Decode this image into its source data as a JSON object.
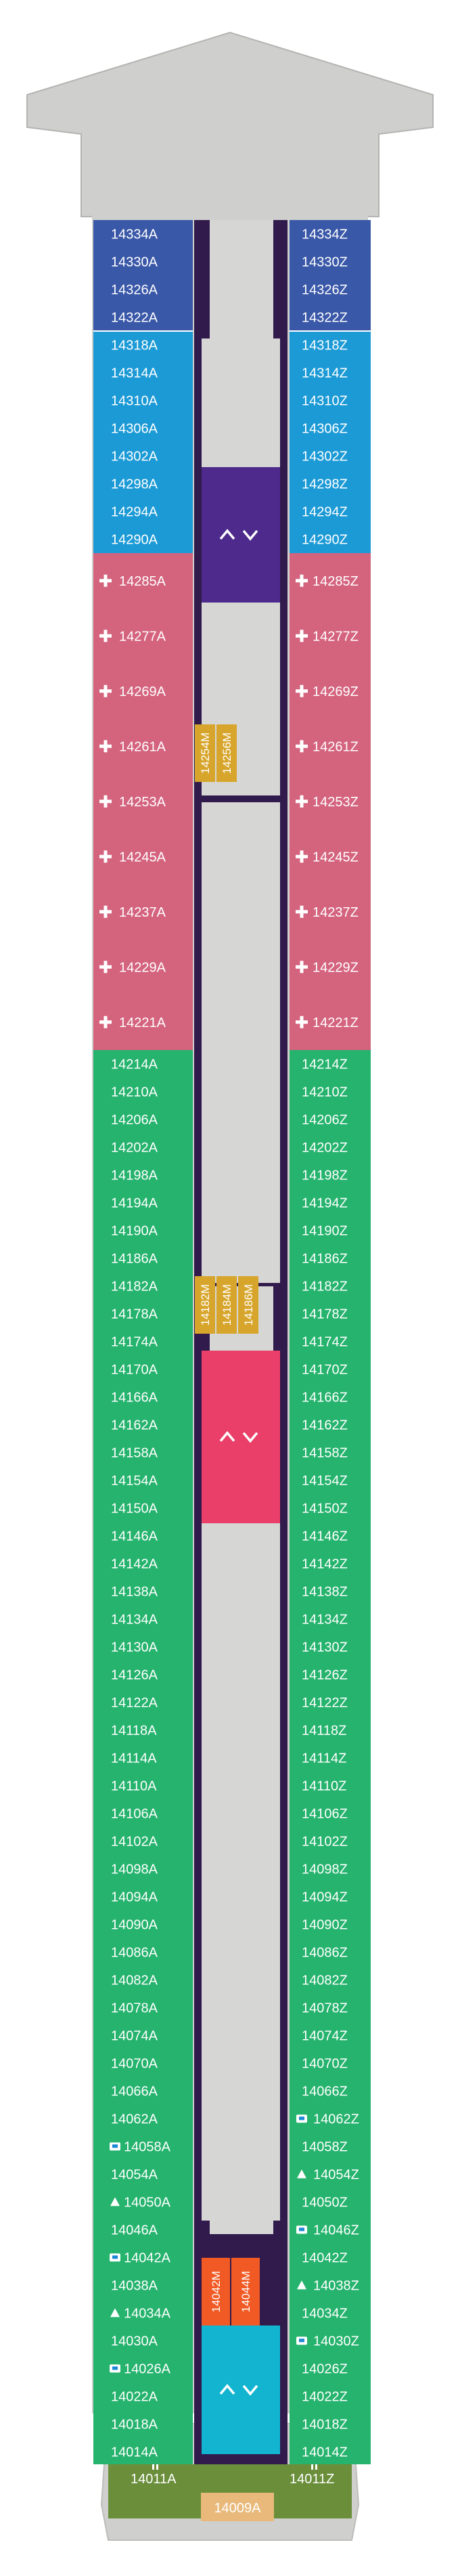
{
  "colors": {
    "navy": "#3a58a8",
    "blue": "#1c9ad6",
    "pink": "#d4637e",
    "green": "#25b36d",
    "blue_lower": "#1a88d4",
    "olive": "#6a8e3a",
    "purple_dark": "#311b4d",
    "purple_stair": "#4d2a8c",
    "red_stair": "#e93f68",
    "teal_stair": "#12b4d0",
    "gold": "#d7a52b",
    "orange": "#f15a24",
    "peach": "#e8b97a",
    "grey": "#d6d6d4"
  },
  "left_cabins": [
    {
      "num": "14334",
      "suffix": "A",
      "color": "navy"
    },
    {
      "num": "14330",
      "suffix": "A",
      "color": "navy"
    },
    {
      "num": "14326",
      "suffix": "A",
      "color": "navy"
    },
    {
      "num": "14322",
      "suffix": "A",
      "color": "navy"
    },
    {
      "num": "14318",
      "suffix": "A",
      "color": "blue"
    },
    {
      "num": "14314",
      "suffix": "A",
      "color": "blue"
    },
    {
      "num": "14310",
      "suffix": "A",
      "color": "blue"
    },
    {
      "num": "14306",
      "suffix": "A",
      "color": "blue"
    },
    {
      "num": "14302",
      "suffix": "A",
      "color": "blue"
    },
    {
      "num": "14298",
      "suffix": "A",
      "color": "blue"
    },
    {
      "num": "14294",
      "suffix": "A",
      "color": "blue"
    },
    {
      "num": "14290",
      "suffix": "A",
      "color": "blue"
    },
    {
      "num": "14285",
      "suffix": "A",
      "color": "pink",
      "icon": "plus"
    },
    {
      "num": "14277",
      "suffix": "A",
      "color": "pink",
      "icon": "plus"
    },
    {
      "num": "14269",
      "suffix": "A",
      "color": "pink",
      "icon": "plus"
    },
    {
      "num": "14261",
      "suffix": "A",
      "color": "pink",
      "icon": "plus"
    },
    {
      "num": "14253",
      "suffix": "A",
      "color": "pink",
      "icon": "plus"
    },
    {
      "num": "14245",
      "suffix": "A",
      "color": "pink",
      "icon": "plus"
    },
    {
      "num": "14237",
      "suffix": "A",
      "color": "pink",
      "icon": "plus"
    },
    {
      "num": "14229",
      "suffix": "A",
      "color": "pink",
      "icon": "plus"
    },
    {
      "num": "14221",
      "suffix": "A",
      "color": "pink",
      "icon": "plus"
    },
    {
      "num": "14214",
      "suffix": "A",
      "color": "green"
    },
    {
      "num": "14210",
      "suffix": "A",
      "color": "green"
    },
    {
      "num": "14206",
      "suffix": "A",
      "color": "green"
    },
    {
      "num": "14202",
      "suffix": "A",
      "color": "green"
    },
    {
      "num": "14198",
      "suffix": "A",
      "color": "green"
    },
    {
      "num": "14194",
      "suffix": "A",
      "color": "green"
    },
    {
      "num": "14190",
      "suffix": "A",
      "color": "green"
    },
    {
      "num": "14186",
      "suffix": "A",
      "color": "green"
    },
    {
      "num": "14182",
      "suffix": "A",
      "color": "green"
    },
    {
      "num": "14178",
      "suffix": "A",
      "color": "green"
    },
    {
      "num": "14174",
      "suffix": "A",
      "color": "green"
    },
    {
      "num": "14170",
      "suffix": "A",
      "color": "green"
    },
    {
      "num": "14166",
      "suffix": "A",
      "color": "green"
    },
    {
      "num": "14162",
      "suffix": "A",
      "color": "green"
    },
    {
      "num": "14158",
      "suffix": "A",
      "color": "green"
    },
    {
      "num": "14154",
      "suffix": "A",
      "color": "green"
    },
    {
      "num": "14150",
      "suffix": "A",
      "color": "green"
    },
    {
      "num": "14146",
      "suffix": "A",
      "color": "green"
    },
    {
      "num": "14142",
      "suffix": "A",
      "color": "green"
    },
    {
      "num": "14138",
      "suffix": "A",
      "color": "green"
    },
    {
      "num": "14134",
      "suffix": "A",
      "color": "green"
    },
    {
      "num": "14130",
      "suffix": "A",
      "color": "green"
    },
    {
      "num": "14126",
      "suffix": "A",
      "color": "green"
    },
    {
      "num": "14122",
      "suffix": "A",
      "color": "green"
    },
    {
      "num": "14118",
      "suffix": "A",
      "color": "green"
    },
    {
      "num": "14114",
      "suffix": "A",
      "color": "green"
    },
    {
      "num": "14110",
      "suffix": "A",
      "color": "green"
    },
    {
      "num": "14106",
      "suffix": "A",
      "color": "green"
    },
    {
      "num": "14102",
      "suffix": "A",
      "color": "blue_lower"
    },
    {
      "num": "14098",
      "suffix": "A",
      "color": "blue_lower"
    },
    {
      "num": "14094",
      "suffix": "A",
      "color": "blue_lower"
    },
    {
      "num": "14090",
      "suffix": "A",
      "color": "blue_lower"
    },
    {
      "num": "14086",
      "suffix": "A",
      "color": "blue_lower"
    },
    {
      "num": "14082",
      "suffix": "A",
      "color": "blue_lower"
    },
    {
      "num": "14078",
      "suffix": "A",
      "color": "blue_lower"
    },
    {
      "num": "14074",
      "suffix": "A",
      "color": "blue_lower"
    },
    {
      "num": "14070",
      "suffix": "A",
      "color": "blue_lower"
    },
    {
      "num": "14066",
      "suffix": "A",
      "color": "blue_lower"
    },
    {
      "num": "14062",
      "suffix": "A",
      "color": "blue_lower"
    },
    {
      "num": "14058",
      "suffix": "A",
      "color": "blue_lower",
      "icon": "sofa"
    },
    {
      "num": "14054",
      "suffix": "A",
      "color": "blue_lower"
    },
    {
      "num": "14050",
      "suffix": "A",
      "color": "blue_lower",
      "icon": "triangle"
    },
    {
      "num": "14046",
      "suffix": "A",
      "color": "blue_lower"
    },
    {
      "num": "14042",
      "suffix": "A",
      "color": "blue_lower",
      "icon": "sofa"
    },
    {
      "num": "14038",
      "suffix": "A",
      "color": "blue_lower"
    },
    {
      "num": "14034",
      "suffix": "A",
      "color": "blue_lower",
      "icon": "triangle"
    },
    {
      "num": "14030",
      "suffix": "A",
      "color": "blue_lower"
    },
    {
      "num": "14026",
      "suffix": "A",
      "color": "blue_lower",
      "icon": "sofa"
    },
    {
      "num": "14022",
      "suffix": "A",
      "color": "blue_lower"
    },
    {
      "num": "14018",
      "suffix": "A",
      "color": "blue_lower"
    },
    {
      "num": "14014",
      "suffix": "A",
      "color": "blue_lower"
    }
  ],
  "right_cabins": [
    {
      "num": "14334",
      "suffix": "Z",
      "color": "navy"
    },
    {
      "num": "14330",
      "suffix": "Z",
      "color": "navy"
    },
    {
      "num": "14326",
      "suffix": "Z",
      "color": "navy"
    },
    {
      "num": "14322",
      "suffix": "Z",
      "color": "navy"
    },
    {
      "num": "14318",
      "suffix": "Z",
      "color": "blue"
    },
    {
      "num": "14314",
      "suffix": "Z",
      "color": "blue"
    },
    {
      "num": "14310",
      "suffix": "Z",
      "color": "blue"
    },
    {
      "num": "14306",
      "suffix": "Z",
      "color": "blue"
    },
    {
      "num": "14302",
      "suffix": "Z",
      "color": "blue"
    },
    {
      "num": "14298",
      "suffix": "Z",
      "color": "blue"
    },
    {
      "num": "14294",
      "suffix": "Z",
      "color": "blue"
    },
    {
      "num": "14290",
      "suffix": "Z",
      "color": "blue"
    },
    {
      "num": "14285",
      "suffix": "Z",
      "color": "pink",
      "icon": "plus"
    },
    {
      "num": "14277",
      "suffix": "Z",
      "color": "pink",
      "icon": "plus"
    },
    {
      "num": "14269",
      "suffix": "Z",
      "color": "pink",
      "icon": "plus"
    },
    {
      "num": "14261",
      "suffix": "Z",
      "color": "pink",
      "icon": "plus"
    },
    {
      "num": "14253",
      "suffix": "Z",
      "color": "pink",
      "icon": "plus"
    },
    {
      "num": "14245",
      "suffix": "Z",
      "color": "pink",
      "icon": "plus"
    },
    {
      "num": "14237",
      "suffix": "Z",
      "color": "pink",
      "icon": "plus"
    },
    {
      "num": "14229",
      "suffix": "Z",
      "color": "pink",
      "icon": "plus"
    },
    {
      "num": "14221",
      "suffix": "Z",
      "color": "pink",
      "icon": "plus"
    },
    {
      "num": "14214",
      "suffix": "Z",
      "color": "green"
    },
    {
      "num": "14210",
      "suffix": "Z",
      "color": "green"
    },
    {
      "num": "14206",
      "suffix": "Z",
      "color": "green"
    },
    {
      "num": "14202",
      "suffix": "Z",
      "color": "green"
    },
    {
      "num": "14198",
      "suffix": "Z",
      "color": "green"
    },
    {
      "num": "14194",
      "suffix": "Z",
      "color": "green"
    },
    {
      "num": "14190",
      "suffix": "Z",
      "color": "green"
    },
    {
      "num": "14186",
      "suffix": "Z",
      "color": "green"
    },
    {
      "num": "14182",
      "suffix": "Z",
      "color": "green"
    },
    {
      "num": "14178",
      "suffix": "Z",
      "color": "green"
    },
    {
      "num": "14174",
      "suffix": "Z",
      "color": "green"
    },
    {
      "num": "14170",
      "suffix": "Z",
      "color": "green"
    },
    {
      "num": "14166",
      "suffix": "Z",
      "color": "green"
    },
    {
      "num": "14162",
      "suffix": "Z",
      "color": "green"
    },
    {
      "num": "14158",
      "suffix": "Z",
      "color": "green"
    },
    {
      "num": "14154",
      "suffix": "Z",
      "color": "green"
    },
    {
      "num": "14150",
      "suffix": "Z",
      "color": "green"
    },
    {
      "num": "14146",
      "suffix": "Z",
      "color": "green"
    },
    {
      "num": "14142",
      "suffix": "Z",
      "color": "green"
    },
    {
      "num": "14138",
      "suffix": "Z",
      "color": "green"
    },
    {
      "num": "14134",
      "suffix": "Z",
      "color": "green"
    },
    {
      "num": "14130",
      "suffix": "Z",
      "color": "green"
    },
    {
      "num": "14126",
      "suffix": "Z",
      "color": "green"
    },
    {
      "num": "14122",
      "suffix": "Z",
      "color": "green"
    },
    {
      "num": "14118",
      "suffix": "Z",
      "color": "green"
    },
    {
      "num": "14114",
      "suffix": "Z",
      "color": "green"
    },
    {
      "num": "14110",
      "suffix": "Z",
      "color": "green"
    },
    {
      "num": "14106",
      "suffix": "Z",
      "color": "green"
    },
    {
      "num": "14102",
      "suffix": "Z",
      "color": "blue_lower"
    },
    {
      "num": "14098",
      "suffix": "Z",
      "color": "blue_lower"
    },
    {
      "num": "14094",
      "suffix": "Z",
      "color": "blue_lower"
    },
    {
      "num": "14090",
      "suffix": "Z",
      "color": "blue_lower"
    },
    {
      "num": "14086",
      "suffix": "Z",
      "color": "blue_lower"
    },
    {
      "num": "14082",
      "suffix": "Z",
      "color": "blue_lower"
    },
    {
      "num": "14078",
      "suffix": "Z",
      "color": "blue_lower"
    },
    {
      "num": "14074",
      "suffix": "Z",
      "color": "blue_lower"
    },
    {
      "num": "14070",
      "suffix": "Z",
      "color": "blue_lower"
    },
    {
      "num": "14066",
      "suffix": "Z",
      "color": "blue_lower"
    },
    {
      "num": "14062",
      "suffix": "Z",
      "color": "blue_lower",
      "icon": "sofa"
    },
    {
      "num": "14058",
      "suffix": "Z",
      "color": "blue_lower"
    },
    {
      "num": "14054",
      "suffix": "Z",
      "color": "blue_lower",
      "icon": "triangle"
    },
    {
      "num": "14050",
      "suffix": "Z",
      "color": "blue_lower"
    },
    {
      "num": "14046",
      "suffix": "Z",
      "color": "blue_lower",
      "icon": "sofa"
    },
    {
      "num": "14042",
      "suffix": "Z",
      "color": "blue_lower"
    },
    {
      "num": "14038",
      "suffix": "Z",
      "color": "blue_lower",
      "icon": "triangle"
    },
    {
      "num": "14034",
      "suffix": "Z",
      "color": "blue_lower"
    },
    {
      "num": "14030",
      "suffix": "Z",
      "color": "blue_lower",
      "icon": "sofa"
    },
    {
      "num": "14026",
      "suffix": "Z",
      "color": "blue_lower"
    },
    {
      "num": "14022",
      "suffix": "Z",
      "color": "blue_lower"
    },
    {
      "num": "14018",
      "suffix": "Z",
      "color": "blue_lower"
    },
    {
      "num": "14014",
      "suffix": "Z",
      "color": "blue_lower"
    }
  ],
  "stern_cabins": [
    {
      "num": "14011",
      "suffix": "A",
      "side": "left"
    },
    {
      "num": "14009",
      "suffix": "A",
      "side": "center"
    },
    {
      "num": "14011",
      "suffix": "Z",
      "side": "right"
    }
  ],
  "center_cabins": [
    {
      "group": "upper",
      "num": "14254",
      "suffix": "M",
      "color": "gold"
    },
    {
      "group": "upper",
      "num": "14256",
      "suffix": "M",
      "color": "gold"
    },
    {
      "group": "middle",
      "num": "14182",
      "suffix": "M",
      "color": "gold"
    },
    {
      "group": "middle",
      "num": "14184",
      "suffix": "M",
      "color": "gold"
    },
    {
      "group": "middle",
      "num": "14186",
      "suffix": "M",
      "color": "gold"
    },
    {
      "group": "lower",
      "num": "14042",
      "suffix": "M",
      "color": "orange"
    },
    {
      "group": "lower",
      "num": "14044",
      "suffix": "M",
      "color": "orange"
    }
  ],
  "stairs": [
    {
      "name": "forward",
      "color": "purple_stair",
      "icon": "chevrons-icon"
    },
    {
      "name": "midship",
      "color": "red_stair",
      "icon": "chevrons-icon"
    },
    {
      "name": "aft",
      "color": "teal_stair",
      "icon": "chevrons-icon"
    }
  ]
}
